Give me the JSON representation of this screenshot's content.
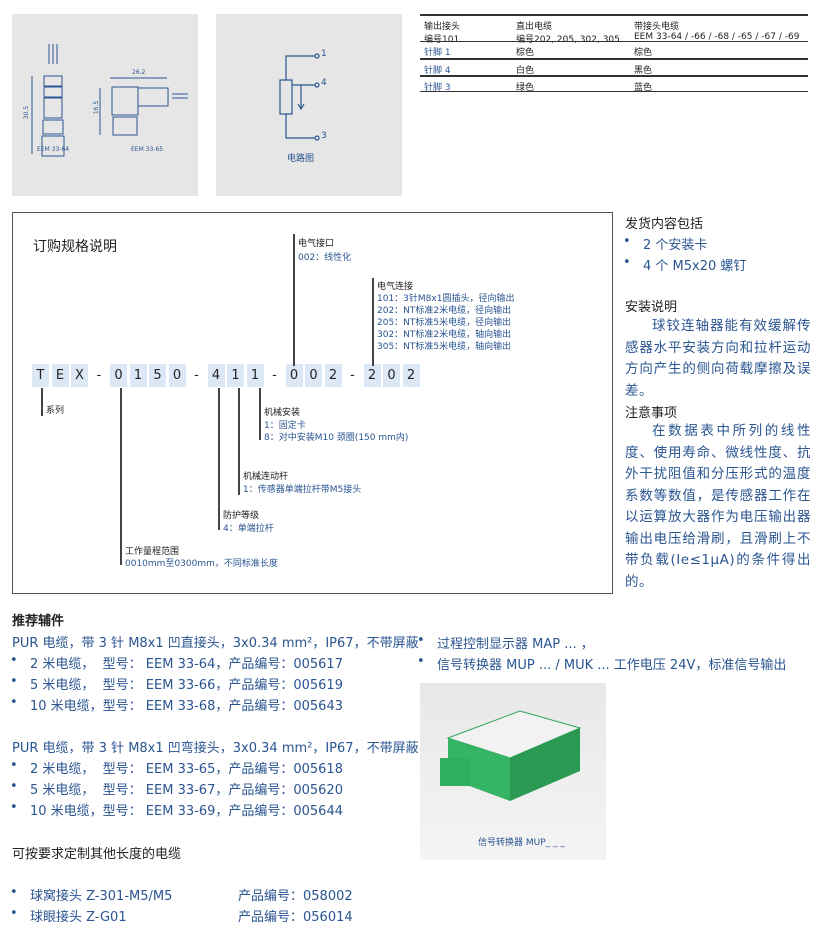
{
  "drawing_panel": {
    "label_straight": "EEM 33-64",
    "label_angled": "EEM 33-65",
    "dim_height": "30.5",
    "dim_width": "26.2",
    "dim_height2": "16.5"
  },
  "circuit_panel": {
    "caption": "电路图",
    "pins": [
      "1",
      "4",
      "3"
    ]
  },
  "pin_table": {
    "headers": [
      [
        "输出接头",
        "编号101"
      ],
      [
        "直出电缆",
        "编号202, 205, 302, 305"
      ],
      [
        "带接头电缆",
        "EEM 33-64 / -66 / -68 / -65 / -67 / -69"
      ]
    ],
    "rows": [
      [
        "针脚 1",
        "棕色",
        "棕色"
      ],
      [
        "针脚 4",
        "白色",
        "黑色"
      ],
      [
        "针脚 3",
        "绿色",
        "蓝色"
      ]
    ]
  },
  "order": {
    "title": "订购规格说明",
    "code": [
      "T",
      "E",
      "X",
      "-",
      "0",
      "1",
      "5",
      "0",
      "-",
      "4",
      "1",
      "1",
      "-",
      "0",
      "0",
      "2",
      "-",
      "2",
      "0",
      "2"
    ],
    "electrical_interface": {
      "label": "电气接口",
      "values": [
        "002：线性化"
      ]
    },
    "electrical_connection": {
      "label": "电气连接",
      "values": [
        "101：3针M8x1圆插头，径向输出",
        "202：NT标准2米电缆，径向输出",
        "205：NT标准5米电缆，径向输出",
        "302：NT标准2米电缆，轴向输出",
        "305：NT标准5米电缆，轴向输出"
      ]
    },
    "series": {
      "label": "系列"
    },
    "mechanical_mounting": {
      "label": "机械安装",
      "values": [
        "1：固定卡",
        "8：对中安装M10 颈圈(150 mm内)"
      ]
    },
    "linkage_rod": {
      "label": "机械连动杆",
      "values": [
        "1：传感器单端拉杆带M5接头"
      ]
    },
    "protection": {
      "label": "防护等级",
      "values": [
        "4：单端拉杆"
      ]
    },
    "range": {
      "label": "工作量程范围",
      "values": [
        "0010mm至0300mm，不同标准长度"
      ]
    }
  },
  "delivery": {
    "title": "发货内容包括",
    "items": [
      "2 个安装卡",
      "4 个 M5x20 螺钉"
    ]
  },
  "install": {
    "title": "安装说明",
    "text": "球铰连轴器能有效缓解传感器水平安装方向和拉杆运动方向产生的侧向荷载摩擦及误差。"
  },
  "notes": {
    "title": "注意事项",
    "text": "在数据表中所列的线性度、使用寿命、微线性度、抗外干扰阻值和分压形式的温度系数等数值，是传感器工作在以运算放大器作为电压输出器输出电压给滑刷，且滑刷上不带负载(Ie≤1μA)的条件得出的。"
  },
  "accessories": {
    "title": "推荐辅件",
    "group1": {
      "heading": "PUR 电缆，带 3 针 M8x1 凹直接头，3x0.34 mm²，IP67，不带屏蔽",
      "items": [
        "2 米电缆，  型号： EEM 33-64，产品编号：005617",
        "5 米电缆，  型号： EEM 33-66，产品编号：005619",
        "10 米电缆，型号： EEM 33-68，产品编号：005643"
      ]
    },
    "group2": {
      "heading": "PUR 电缆，带 3 针 M8x1 凹弯接头，3x0.34 mm²，IP67，不带屏蔽",
      "items": [
        "2 米电缆，  型号： EEM 33-65，产品编号：005618",
        "5 米电缆，  型号： EEM 33-67，产品编号：005620",
        "10 米电缆，型号： EEM 33-69，产品编号：005644"
      ]
    },
    "custom_note": "可按要求定制其他长度的电缆",
    "joints": [
      {
        "name": "球窝接头 Z-301-M5/M5",
        "code": "产品编号：058002"
      },
      {
        "name": "球眼接头 Z-G01",
        "code": "产品编号：056014"
      }
    ],
    "right_items": [
      "过程控制显示器 MAP ... ，",
      "信号转换器 MUP ... / MUK ... 工作电压 24V，标准信号输出"
    ],
    "image_caption": "信号转换器 MUP_ _ _"
  }
}
